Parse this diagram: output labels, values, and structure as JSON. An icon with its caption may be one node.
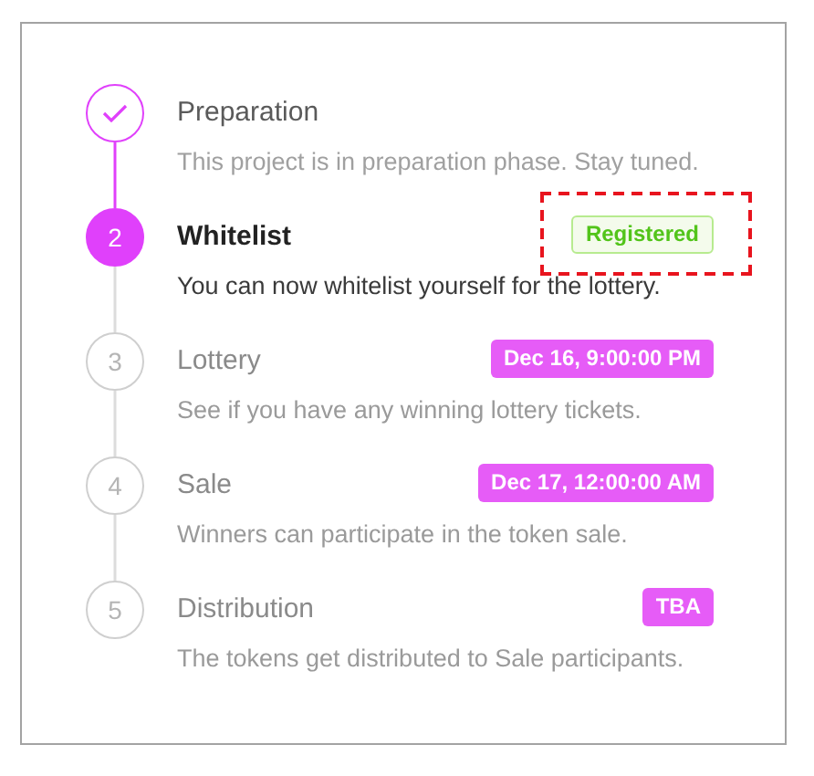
{
  "diagram": {
    "nodes": [
      {
        "text": [],
        "shape": "circle",
        "beside": [
          "Preparation",
          "This project is in preparation phase. Stay tuned."
        ]
      },
      {
        "text": [
          "2"
        ],
        "beside": [
          "Whitelist",
          "You can now whitelist yourself for the lottery."
        ]
      },
      {
        "text": [
          "Registered"
        ]
      },
      {
        "text": [
          "3"
        ],
        "beside": [
          "Lottery",
          "See if you have any winning lottery tickets."
        ]
      },
      {
        "text": [
          "Dec 16, 9:00:00 PM"
        ]
      },
      {
        "text": [
          "4"
        ],
        "beside": [
          "Sale",
          "Winners can participate in the token sale."
        ]
      },
      {
        "text": [
          "Dec 17, 12:00:00 AM"
        ]
      },
      {
        "text": [
          "5"
        ],
        "beside": [
          "Distribution",
          "The tokens get distributed to Sale participants."
        ]
      },
      {
        "text": [
          "TBA"
        ]
      }
    ],
    "edges": [
      {
        "from": 0,
        "to": 1,
        "arrow": "none",
        "color": "#e040fb"
      },
      {
        "from": 1,
        "to": 3,
        "arrow": "none"
      },
      {
        "from": 3,
        "to": 5,
        "arrow": "none"
      },
      {
        "from": 5,
        "to": 7,
        "arrow": "none"
      }
    ]
  }
}
